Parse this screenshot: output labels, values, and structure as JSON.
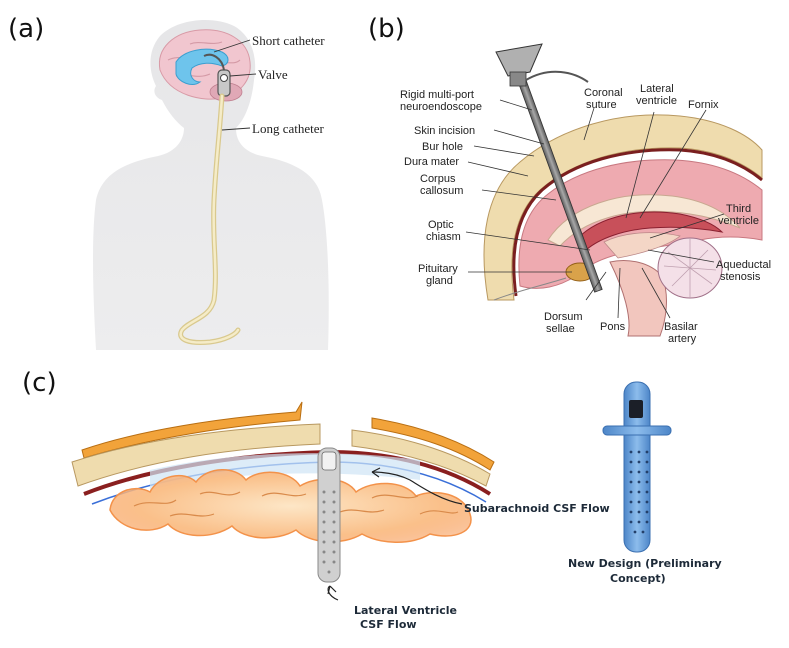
{
  "panels": {
    "a": {
      "label": "(a)",
      "callouts": {
        "short_catheter": "Short catheter",
        "valve": "Valve",
        "long_catheter": "Long catheter"
      }
    },
    "b": {
      "label": "(b)",
      "callouts": {
        "neuroendoscope_1": "Rigid multi-port",
        "neuroendoscope_2": "neuroendoscope",
        "skin_incision": "Skin incision",
        "bur_hole": "Bur hole",
        "dura_mater": "Dura mater",
        "corpus_callosum_1": "Corpus",
        "corpus_callosum_2": "callosum",
        "optic_chiasm_1": "Optic",
        "optic_chiasm_2": "chiasm",
        "pituitary_gland_1": "Pituitary",
        "pituitary_gland_2": "gland",
        "coronal_suture_1": "Coronal",
        "coronal_suture_2": "suture",
        "lateral_ventricle_1": "Lateral",
        "lateral_ventricle_2": "ventricle",
        "fornix": "Fornix",
        "third_ventricle_1": "Third",
        "third_ventricle_2": "ventricle",
        "aqueductal_stenosis_1": "Aqueductal",
        "aqueductal_stenosis_2": "stenosis",
        "dorsum_sellae_1": "Dorsum",
        "dorsum_sellae_2": "sellae",
        "pons": "Pons",
        "basilar_artery_1": "Basilar",
        "basilar_artery_2": "artery"
      }
    },
    "c": {
      "label": "(c)",
      "callouts": {
        "subarachnoid_flow": "Subarachnoid CSF Flow",
        "lateral_ventricle_flow_1": "Lateral Ventricle",
        "lateral_ventricle_flow_2": "CSF Flow",
        "new_design_1": "New Design (Preliminary",
        "new_design_2": "Concept)"
      }
    }
  },
  "colors": {
    "body_silhouette": "#e3e3e5",
    "brain_pink": "#f1c6cf",
    "ventricle_blue": "#6ec4ec",
    "catheter_cream": "#f2e6b8",
    "skull_tan": "#efdcae",
    "dura_red": "#9e2a2a",
    "brain_orange": "#f8a86a",
    "device_blue": "#6fa6df"
  }
}
